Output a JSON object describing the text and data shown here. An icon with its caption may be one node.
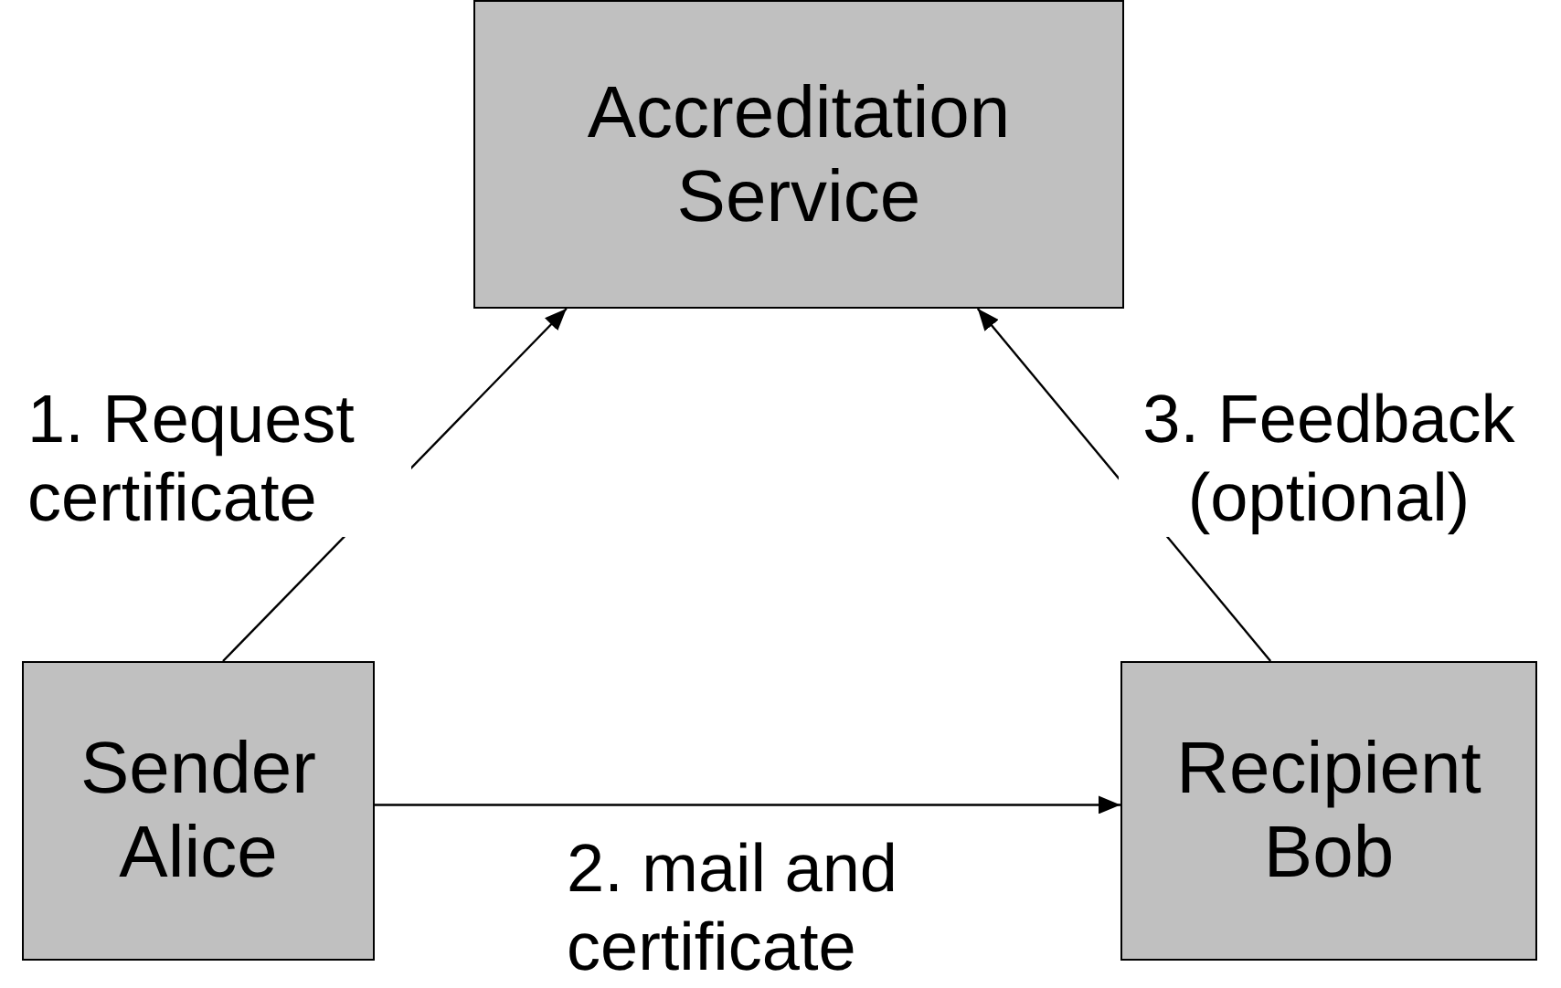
{
  "diagram": {
    "nodes": [
      {
        "text": [
          "Accreditation Service"
        ]
      },
      {
        "text": [
          "Sender Alice"
        ]
      },
      {
        "text": [
          "Recipient Bob"
        ]
      }
    ],
    "edges": [
      {
        "from": 1,
        "to": 0,
        "arrow": "to",
        "label": "1. Request certificate"
      },
      {
        "from": 1,
        "to": 2,
        "arrow": "to",
        "label": "2. mail and certificate"
      },
      {
        "from": 2,
        "to": 0,
        "arrow": "to",
        "label": "3. Feedback (optional)"
      }
    ]
  }
}
